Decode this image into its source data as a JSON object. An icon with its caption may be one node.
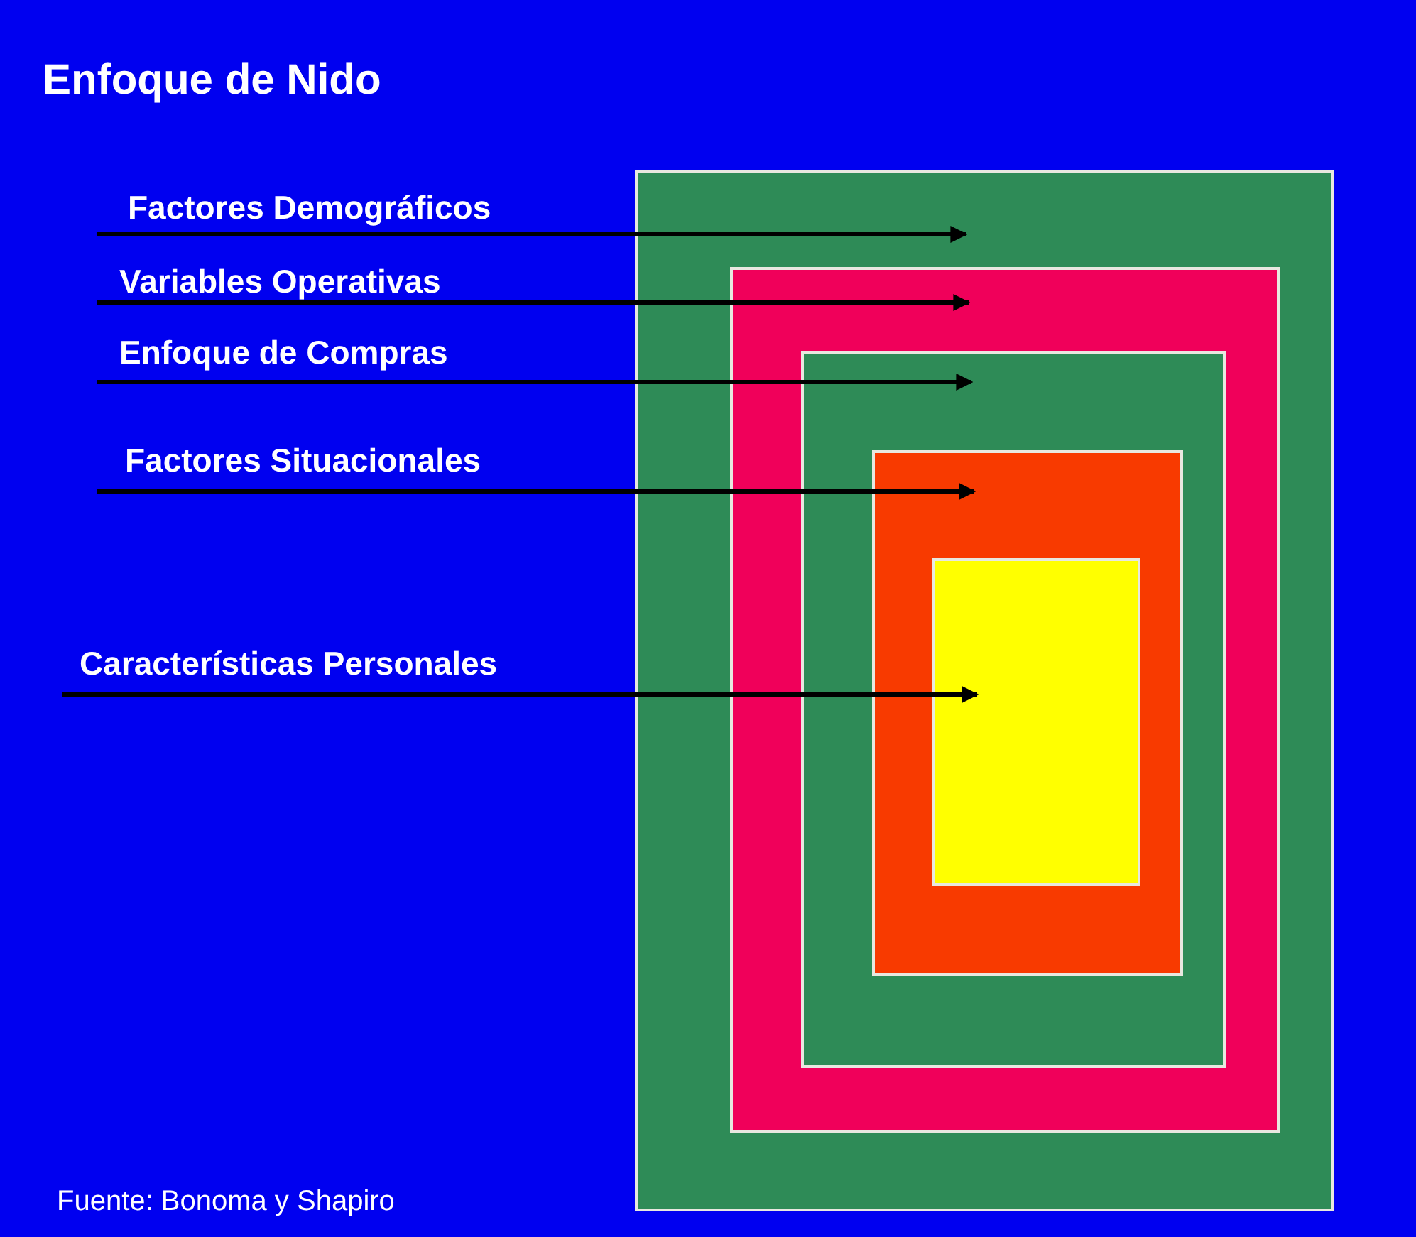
{
  "diagram": {
    "title": "Enfoque de Nido",
    "caption": "Fuente: Bonoma y Shapiro",
    "nodes": [
      {
        "text": [
          "Factores Demográficos"
        ]
      },
      {
        "text": [
          "Variables Operativas"
        ]
      },
      {
        "text": [
          "Enfoque de Compras"
        ]
      },
      {
        "text": [
          "Factores Situacionales"
        ]
      },
      {
        "text": [
          "Características Personales"
        ]
      },
      {
        "text": [],
        "shape": "box"
      },
      {
        "text": [],
        "shape": "box",
        "in": 5
      },
      {
        "text": [],
        "shape": "box",
        "in": 6
      },
      {
        "text": [],
        "shape": "box",
        "in": 7
      },
      {
        "text": [],
        "shape": "box",
        "in": 8
      }
    ],
    "edges": [
      {
        "from": 0,
        "to": 5,
        "arrow": "to"
      },
      {
        "from": 1,
        "to": 6,
        "arrow": "to"
      },
      {
        "from": 2,
        "to": 7,
        "arrow": "to"
      },
      {
        "from": 3,
        "to": 8,
        "arrow": "to"
      },
      {
        "from": 4,
        "to": 9,
        "arrow": "to"
      }
    ]
  }
}
